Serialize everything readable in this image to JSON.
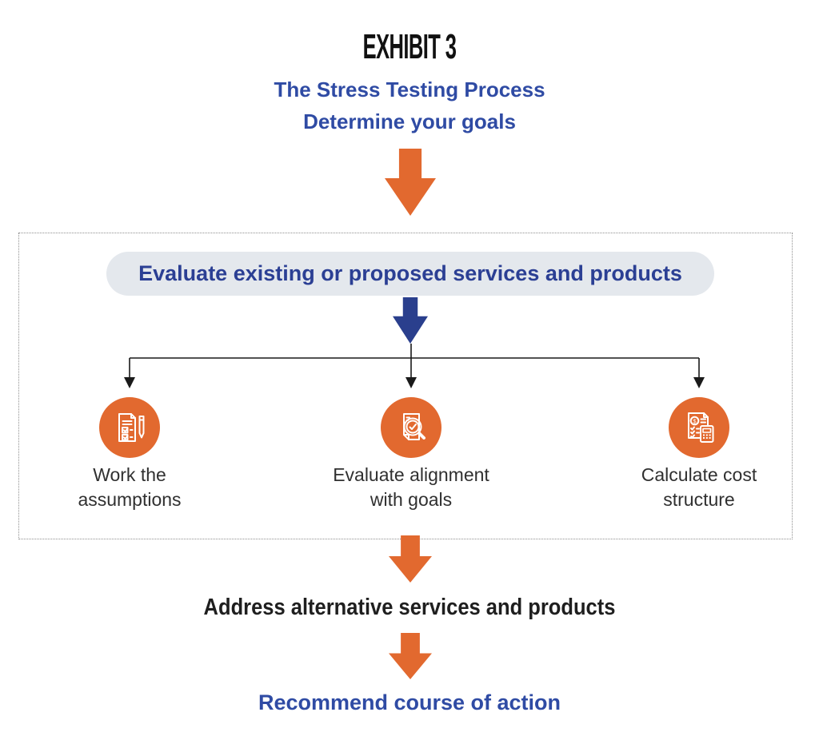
{
  "exhibit_label": "EXHIBIT 3",
  "title": {
    "line1": "The Stress Testing Process",
    "line2": "Determine your goals"
  },
  "pill_label": "Evaluate existing or proposed services and products",
  "branches": [
    {
      "icon": "checklist-pen-icon",
      "lines": [
        "Work the",
        "assumptions"
      ]
    },
    {
      "icon": "document-magnifier-check-icon",
      "lines": [
        "Evaluate alignment",
        "with goals"
      ]
    },
    {
      "icon": "invoice-calculator-icon",
      "lines": [
        "Calculate cost",
        "structure"
      ]
    }
  ],
  "footer": {
    "alternative_label": "Address alternative services and products",
    "recommend_label": "Recommend course of action"
  },
  "colors": {
    "accent_orange": "#E2692F",
    "heading_blue": "#2F4BA4",
    "pill_text_blue": "#2B3F94",
    "navy_arrow": "#2A3F8D",
    "pill_bg": "#E4E8ED",
    "body_text": "#303030",
    "black_text": "#1F1F1F",
    "line_black": "#1A1A1A",
    "border_gray": "#8F8F8F"
  }
}
